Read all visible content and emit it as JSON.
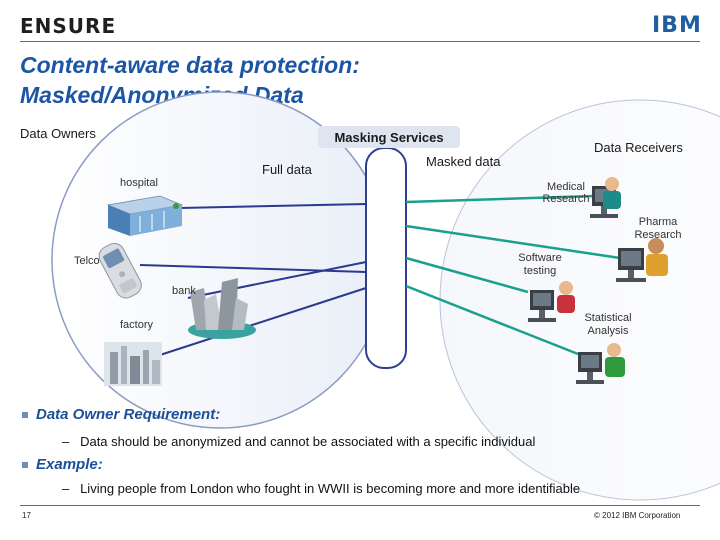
{
  "header": {
    "logo_left": "ENSURE",
    "logo_right": "IBM"
  },
  "title": {
    "line1": "Content-aware data protection:",
    "line2": "Masked/Anonymized Data"
  },
  "diagram": {
    "data_owners": "Data Owners",
    "masking_services": "Masking Services",
    "data_receivers": "Data Receivers",
    "full_data": "Full data",
    "masked_data": "Masked data",
    "sources": {
      "hospital": "hospital",
      "telco": "Telco",
      "bank": "bank",
      "factory": "factory"
    },
    "receivers": {
      "medical_research_l1": "Medical",
      "medical_research_l2": "Research",
      "pharma_research_l1": "Pharma",
      "pharma_research_l2": "Research",
      "software_testing_l1": "Software",
      "software_testing_l2": "testing",
      "statistical_analysis_l1": "Statistical",
      "statistical_analysis_l2": "Analysis"
    }
  },
  "requirements": {
    "bullet1": "Data Owner Requirement:",
    "bullet1_sub": "Data should be anonymized and cannot be associated with a specific individual",
    "bullet2": "Example:",
    "bullet2_sub": "Living people from London who fought in WWII is becoming more and more identifiable"
  },
  "footer": {
    "page_number": "17",
    "copyright": "© 2012 IBM Corporation"
  }
}
